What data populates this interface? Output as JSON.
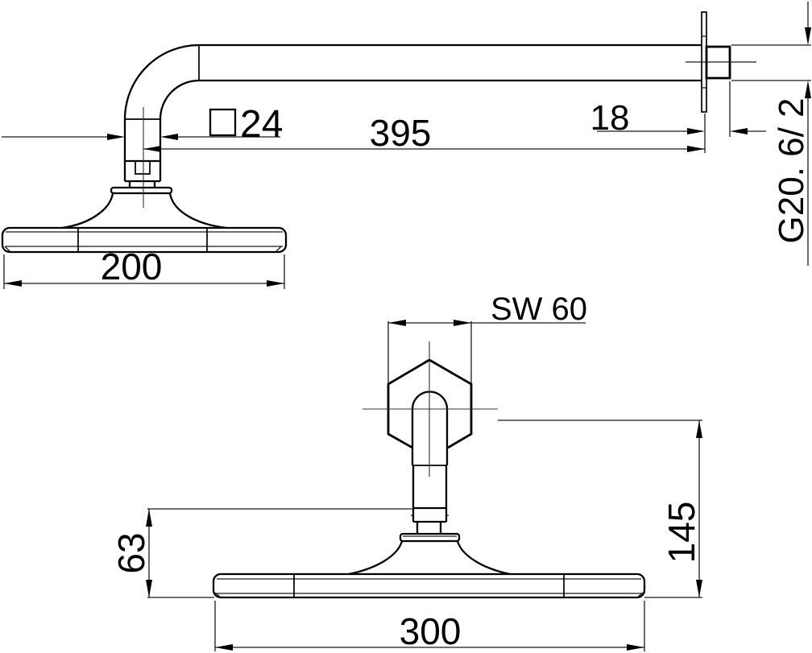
{
  "drawing": {
    "type": "technical-dimension-drawing",
    "subject": "overhead shower head with wall-mount arm, two orthographic views",
    "views": {
      "side": {
        "dims": {
          "arm_square": "24",
          "arm_length": "395",
          "wall_offset": "18",
          "thread_label": "G20. 6/ 2",
          "head_diameter": "200"
        }
      },
      "front": {
        "dims": {
          "wrench_size": "SW 60",
          "head_height": "63",
          "total_height": "145",
          "head_diameter": "300"
        }
      }
    }
  }
}
